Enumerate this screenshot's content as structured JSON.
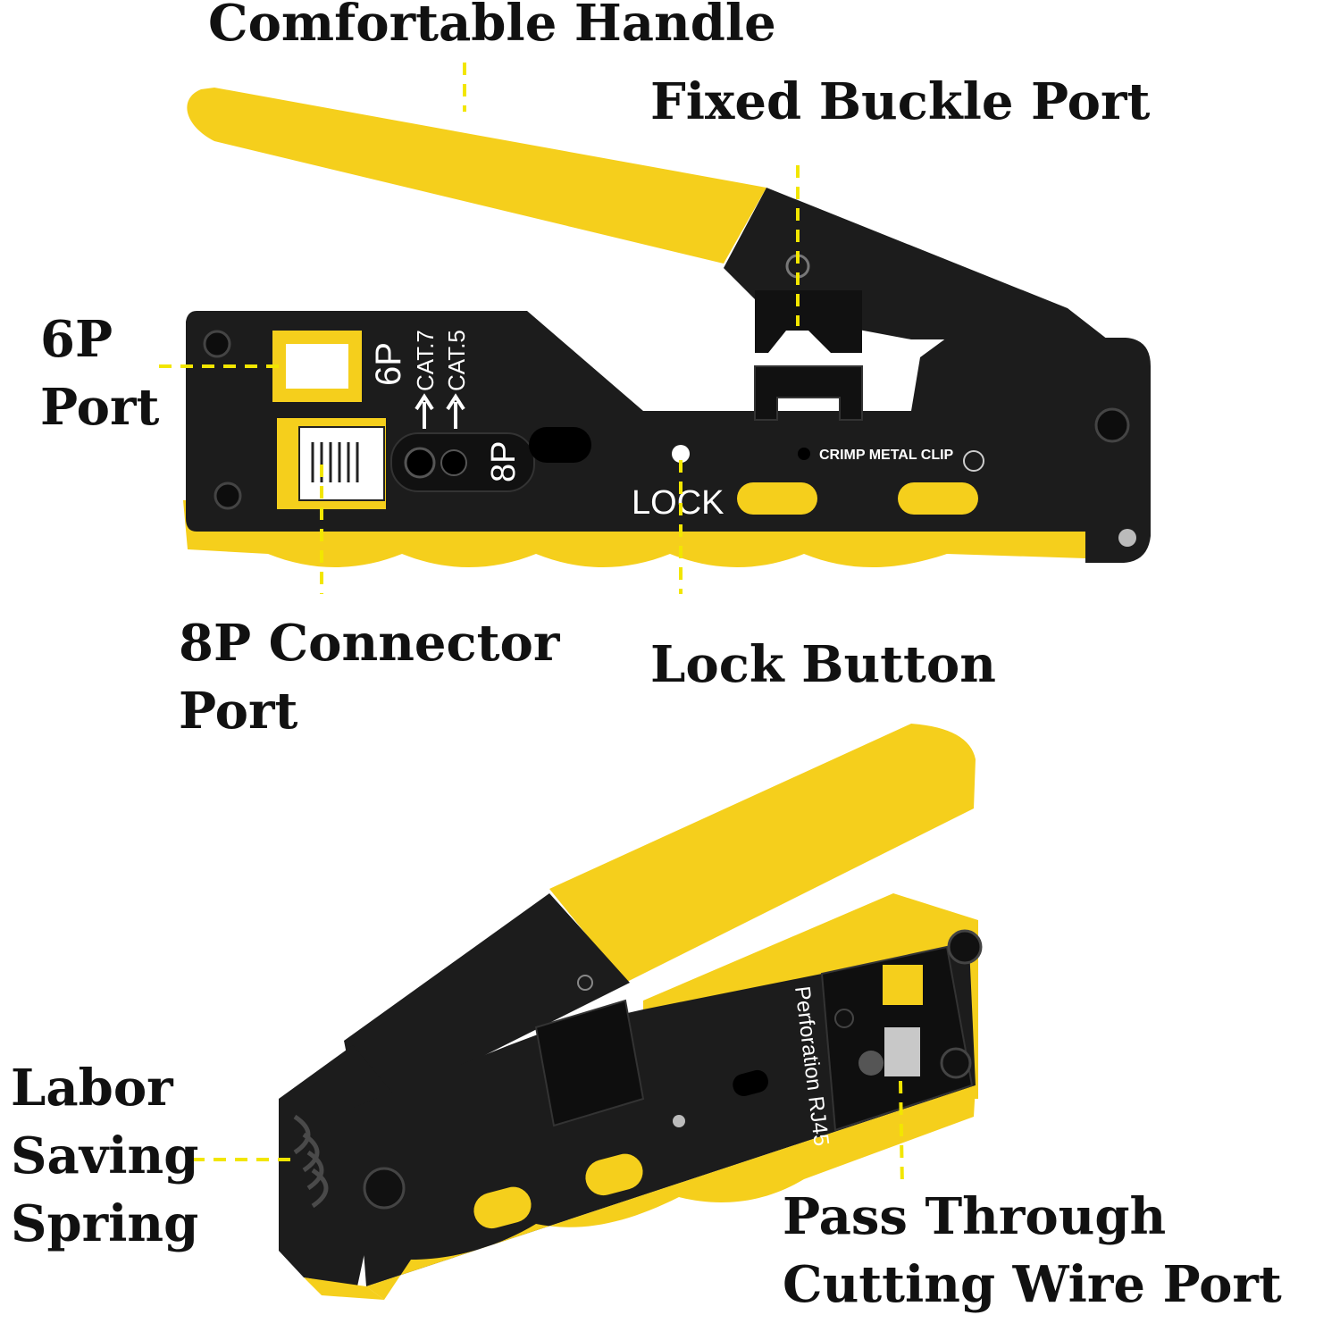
{
  "colors": {
    "accent": "#f5cf1c",
    "accent_dark": "#d9b000",
    "body": "#1c1c1c",
    "leader": "#f2e600",
    "label": "#111111",
    "marking": "#ffffff"
  },
  "labels": {
    "comfortable_handle": "Comfortable Handle",
    "fixed_buckle_port": "Fixed Buckle Port",
    "six_p_port": [
      "6P",
      "Port"
    ],
    "eight_p_connector_port": [
      "8P Connector",
      "Port"
    ],
    "lock_button": "Lock Button",
    "labor_saving_spring": [
      "Labor",
      "Saving",
      "Spring"
    ],
    "pass_through_port": [
      "Pass Through",
      "Cutting Wire Port"
    ]
  },
  "tool_markings": {
    "six_p": "6P",
    "eight_p": "8P",
    "cat7": "CAT.7",
    "cat5": "CAT.5",
    "lock": "LOCK",
    "crimp_metal_clip": "CRIMP METAL CLIP",
    "perforation": "Perforation RJ45"
  },
  "icons": [
    "arrow-up-icon",
    "screw-icon",
    "spring-icon"
  ]
}
